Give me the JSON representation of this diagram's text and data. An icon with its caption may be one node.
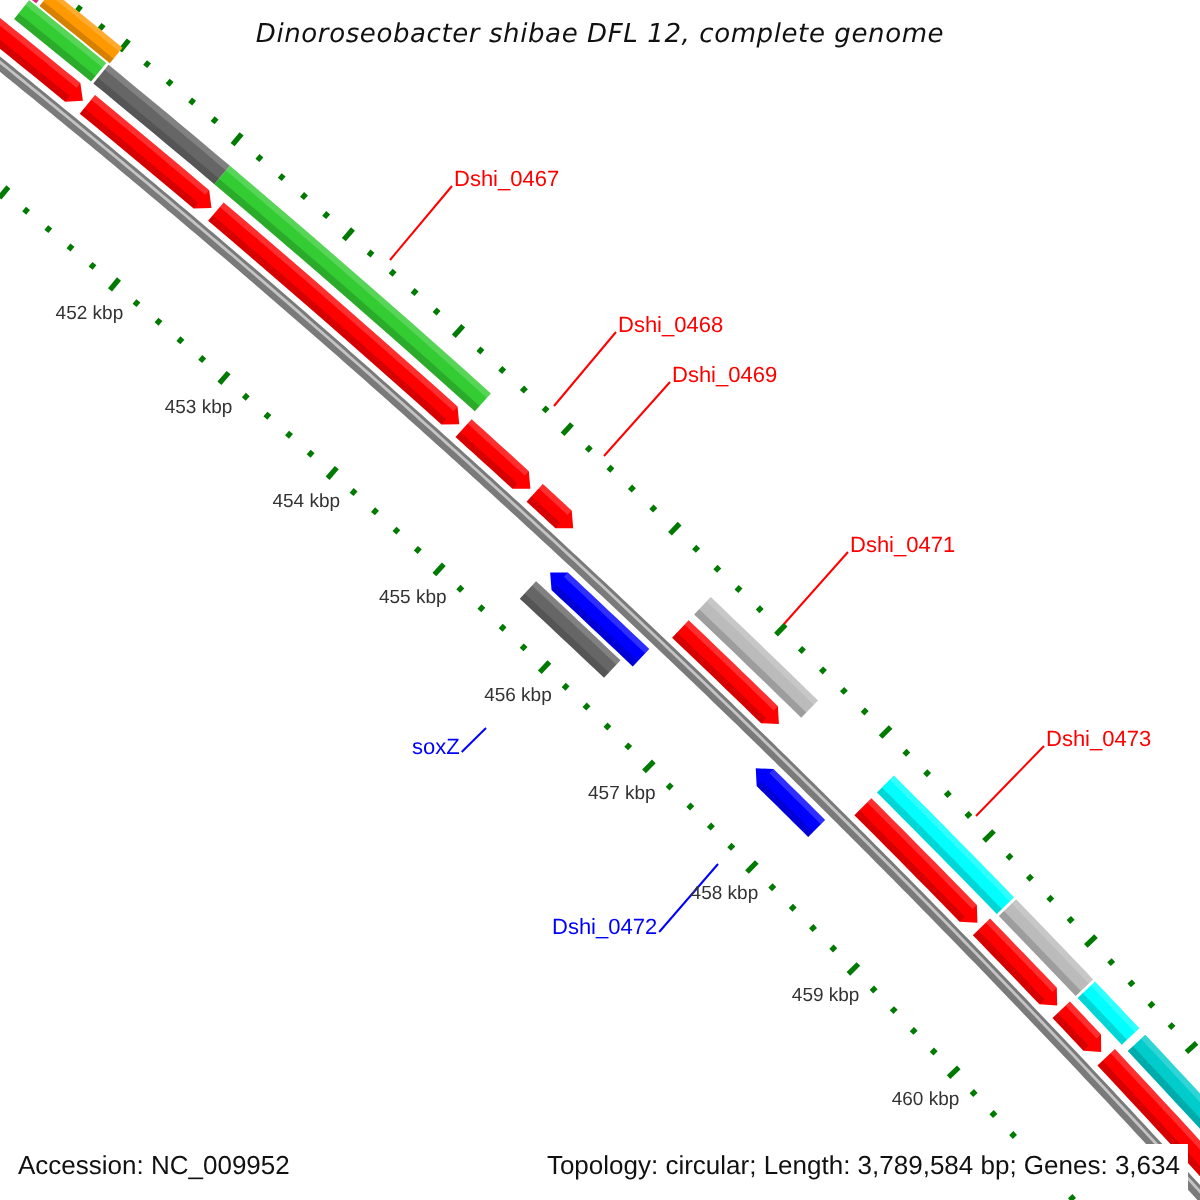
{
  "diagram": {
    "title": "Dinoroseobacter shibae DFL 12, complete genome",
    "nodes": [
      {
        "text": [
          "Dshi_0467"
        ]
      },
      {
        "text": [
          "Dshi_0468"
        ]
      },
      {
        "text": [
          "Dshi_0469"
        ]
      },
      {
        "text": [
          "Dshi_0471"
        ]
      },
      {
        "text": [
          "Dshi_0473"
        ]
      },
      {
        "text": [
          "soxZ"
        ]
      },
      {
        "text": [
          "Dshi_0472"
        ]
      }
    ],
    "edges": [
      {
        "from": 0,
        "to": null,
        "arrow": "none"
      },
      {
        "from": 1,
        "to": null,
        "arrow": "none"
      },
      {
        "from": 2,
        "to": null,
        "arrow": "none"
      },
      {
        "from": 3,
        "to": null,
        "arrow": "none"
      },
      {
        "from": 4,
        "to": null,
        "arrow": "none"
      },
      {
        "from": 5,
        "to": null,
        "arrow": "none",
        "color": "#0000ff"
      },
      {
        "from": 6,
        "to": null,
        "arrow": "none",
        "color": "#0000ff"
      }
    ],
    "labels": [
      "452 kbp",
      "453 kbp",
      "454 kbp",
      "455 kbp",
      "456 kbp",
      "457 kbp",
      "458 kbp",
      "459 kbp",
      "460 kbp",
      "Accession: NC_009952",
      "Topology: circular; Length: 3,789,584 bp; Genes: 3,634"
    ]
  }
}
